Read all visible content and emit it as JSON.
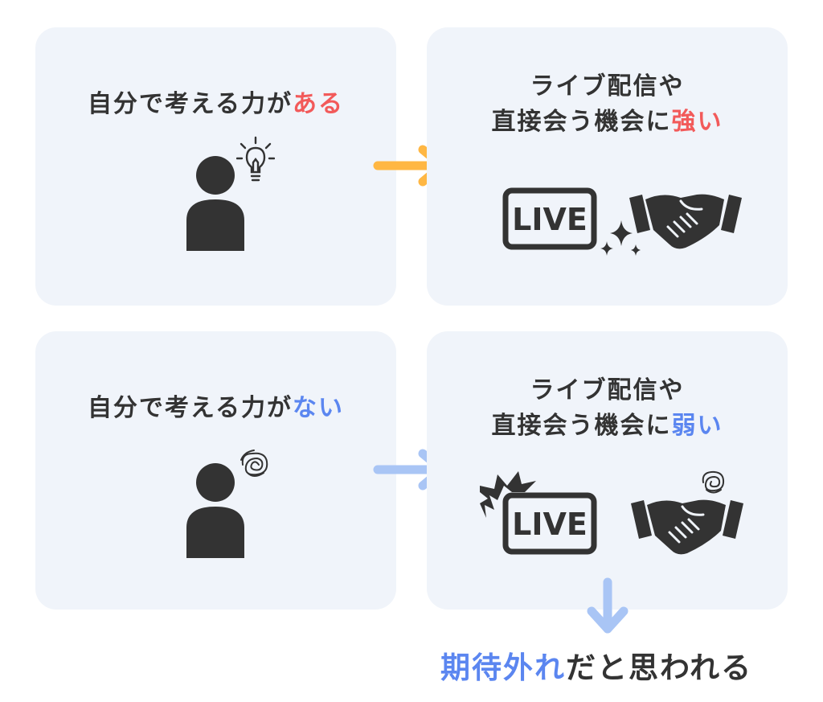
{
  "colors": {
    "card_bg": "#f0f4fa",
    "text": "#333333",
    "accent_positive": "#f25a5a",
    "accent_negative": "#5b86f0",
    "arrow_positive": "#ffb743",
    "arrow_negative": "#a9c5f5",
    "icon": "#333333"
  },
  "top_left": {
    "title_main": "自分で考える力が",
    "title_accent": "ある",
    "icons": [
      "person-icon",
      "lightbulb-icon"
    ]
  },
  "top_right": {
    "title_line1": "ライブ配信や",
    "title_line2_main": "直接会う機会に",
    "title_line2_accent": "強い",
    "live_label": "LIVE",
    "icons": [
      "live-badge-icon",
      "sparkle-icon",
      "handshake-icon"
    ]
  },
  "bottom_left": {
    "title_main": "自分で考える力が",
    "title_accent": "ない",
    "icons": [
      "person-icon",
      "scribble-icon"
    ]
  },
  "bottom_right": {
    "title_line1": "ライブ配信や",
    "title_line2_main": "直接会う機会に",
    "title_line2_accent": "弱い",
    "live_label": "LIVE",
    "icons": [
      "live-badge-icon",
      "crash-burst-icon",
      "handshake-icon",
      "scribble-icon"
    ]
  },
  "footer": {
    "accent": "期待外れ",
    "main": "だと思われる"
  }
}
